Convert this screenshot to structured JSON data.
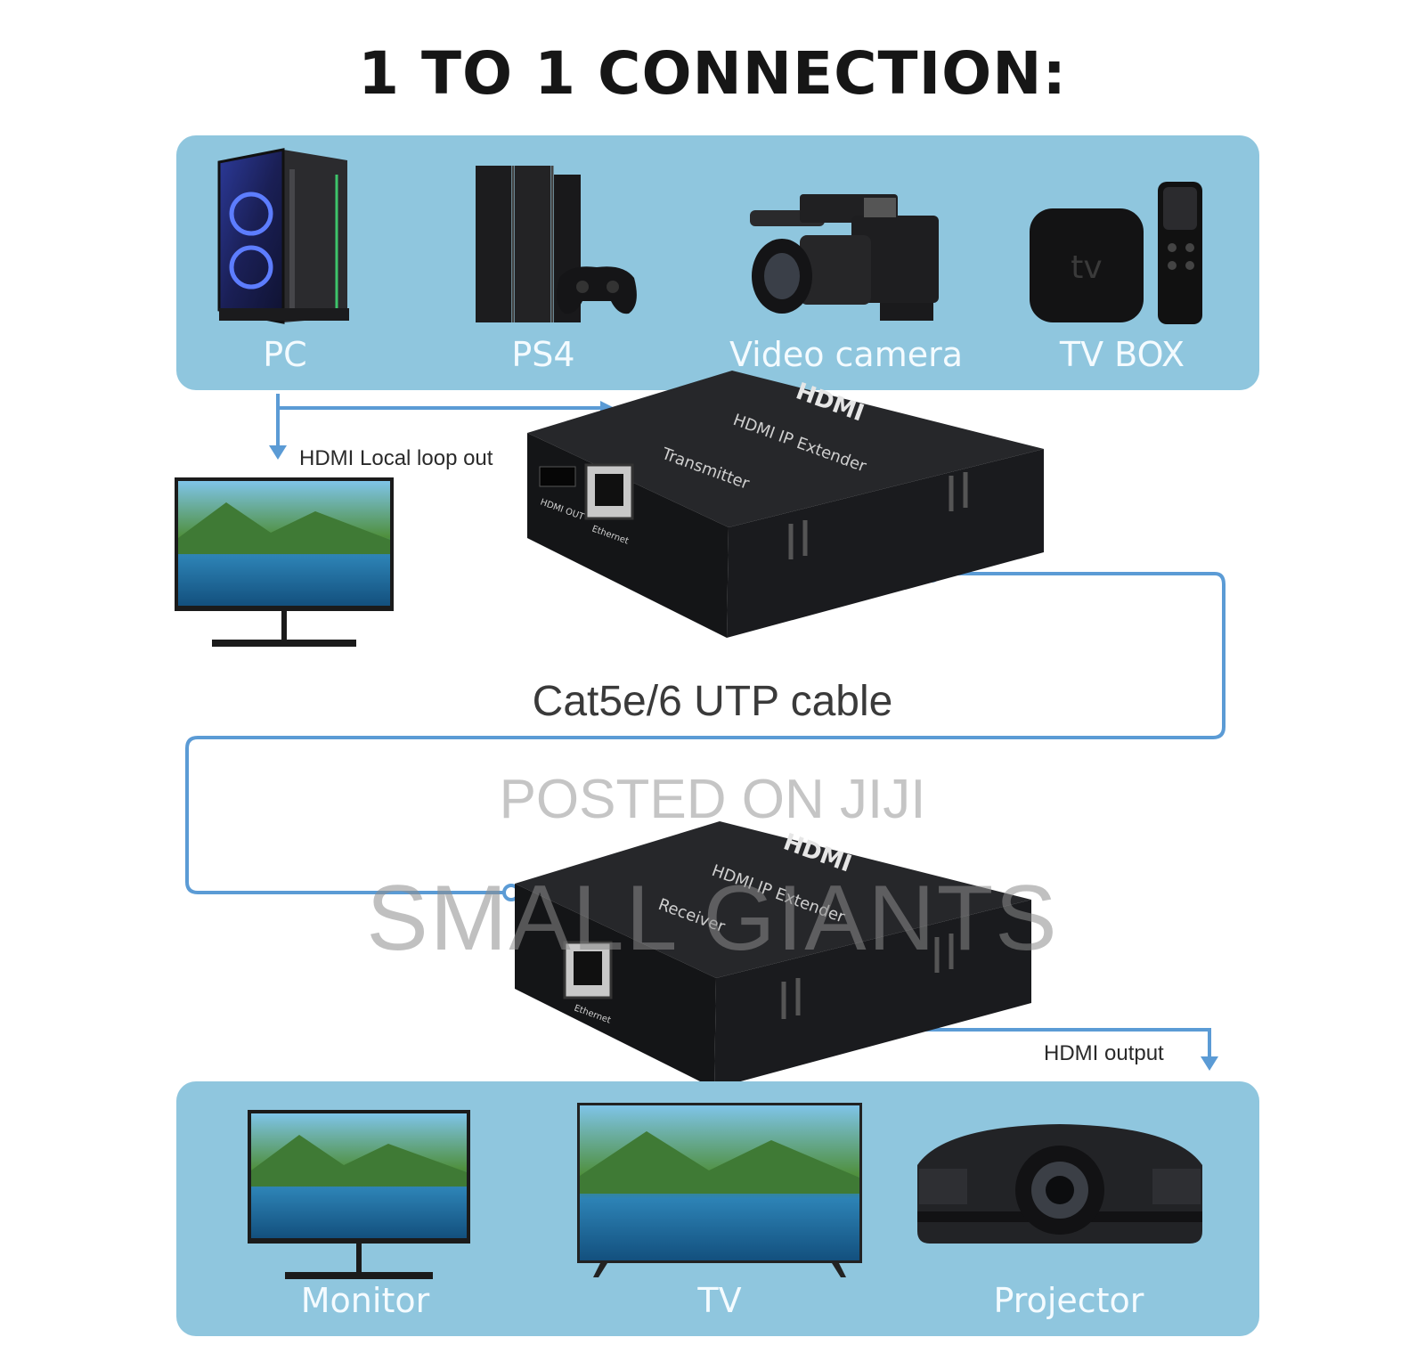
{
  "title": "1 TO 1 CONNECTION:",
  "sources": [
    {
      "label": "PC",
      "icon": "pc-tower-icon"
    },
    {
      "label": "PS4",
      "icon": "ps4-console-icon"
    },
    {
      "label": "Video camera",
      "icon": "video-camera-icon"
    },
    {
      "label": "TV BOX",
      "icon": "tv-box-icon"
    }
  ],
  "tvbox_logo": "tv",
  "loop_label": "HDMI Local loop out",
  "cable_label": "Cat5e/6 UTP cable",
  "transmitter": {
    "brand": "HDMI",
    "model": "HDMI IP Extender",
    "role": "Transmitter",
    "port1": "HDMI OUT",
    "port2": "Ethernet"
  },
  "receiver": {
    "brand": "HDMI",
    "model": "HDMI IP Extender",
    "role": "Receiver",
    "port1": "Ethernet"
  },
  "output_label": "HDMI output",
  "outputs": [
    {
      "label": "Monitor",
      "icon": "monitor-icon"
    },
    {
      "label": "TV",
      "icon": "tv-icon"
    },
    {
      "label": "Projector",
      "icon": "projector-icon"
    }
  ],
  "watermark": {
    "line1": "POSTED ON JIJI",
    "line2": "SMALL GIANTS"
  },
  "colors": {
    "panel": "#8fc6de",
    "connector": "#5b9bd5",
    "device": "#1c1d1f"
  }
}
